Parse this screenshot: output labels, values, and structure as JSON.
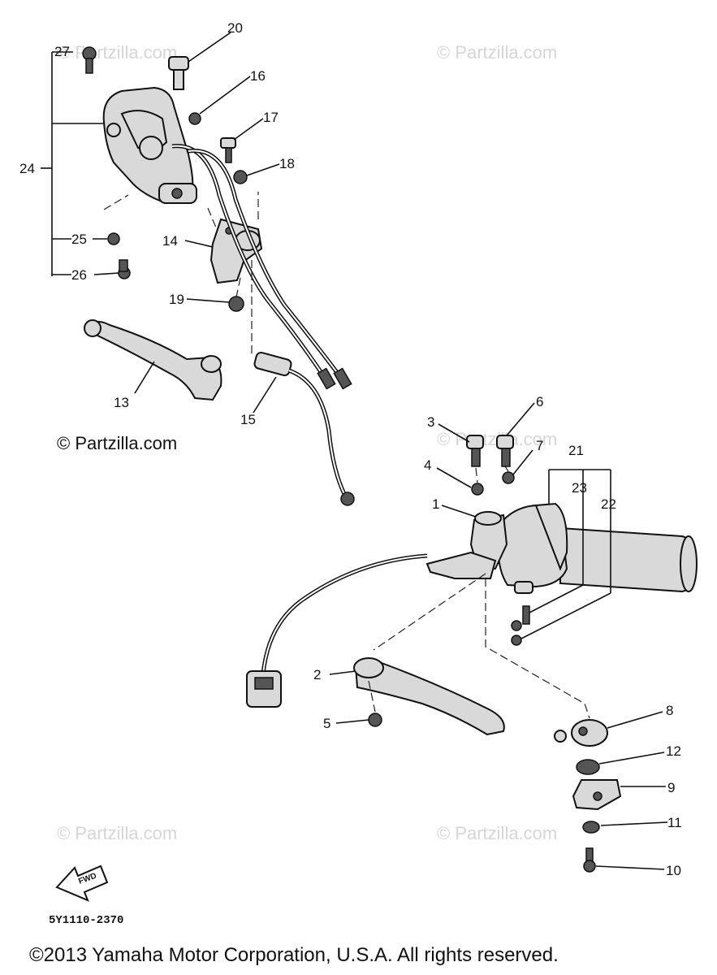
{
  "watermarks": [
    "© Partzilla.com",
    "© Partzilla.com",
    "© Partzilla.com",
    "© Partzilla.com",
    "© Partzilla.com"
  ],
  "partzilla_mark": "© Partzilla.com",
  "fwd_label": "FWD",
  "diagram_code": "5Y1110-2370",
  "copyright": "©2013  Yamaha Motor Corporation, U.S.A. All rights reserved.",
  "callouts": {
    "c1": "1",
    "c2": "2",
    "c3": "3",
    "c4": "4",
    "c5": "5",
    "c6": "6",
    "c7": "7",
    "c8": "8",
    "c9": "9",
    "c10": "10",
    "c11": "11",
    "c12": "12",
    "c13": "13",
    "c14": "14",
    "c15": "15",
    "c16": "16",
    "c17": "17",
    "c18": "18",
    "c19": "19",
    "c20": "20",
    "c21": "21",
    "c22": "22",
    "c23": "23",
    "c24": "24",
    "c25": "25",
    "c26": "26",
    "c27": "27"
  }
}
